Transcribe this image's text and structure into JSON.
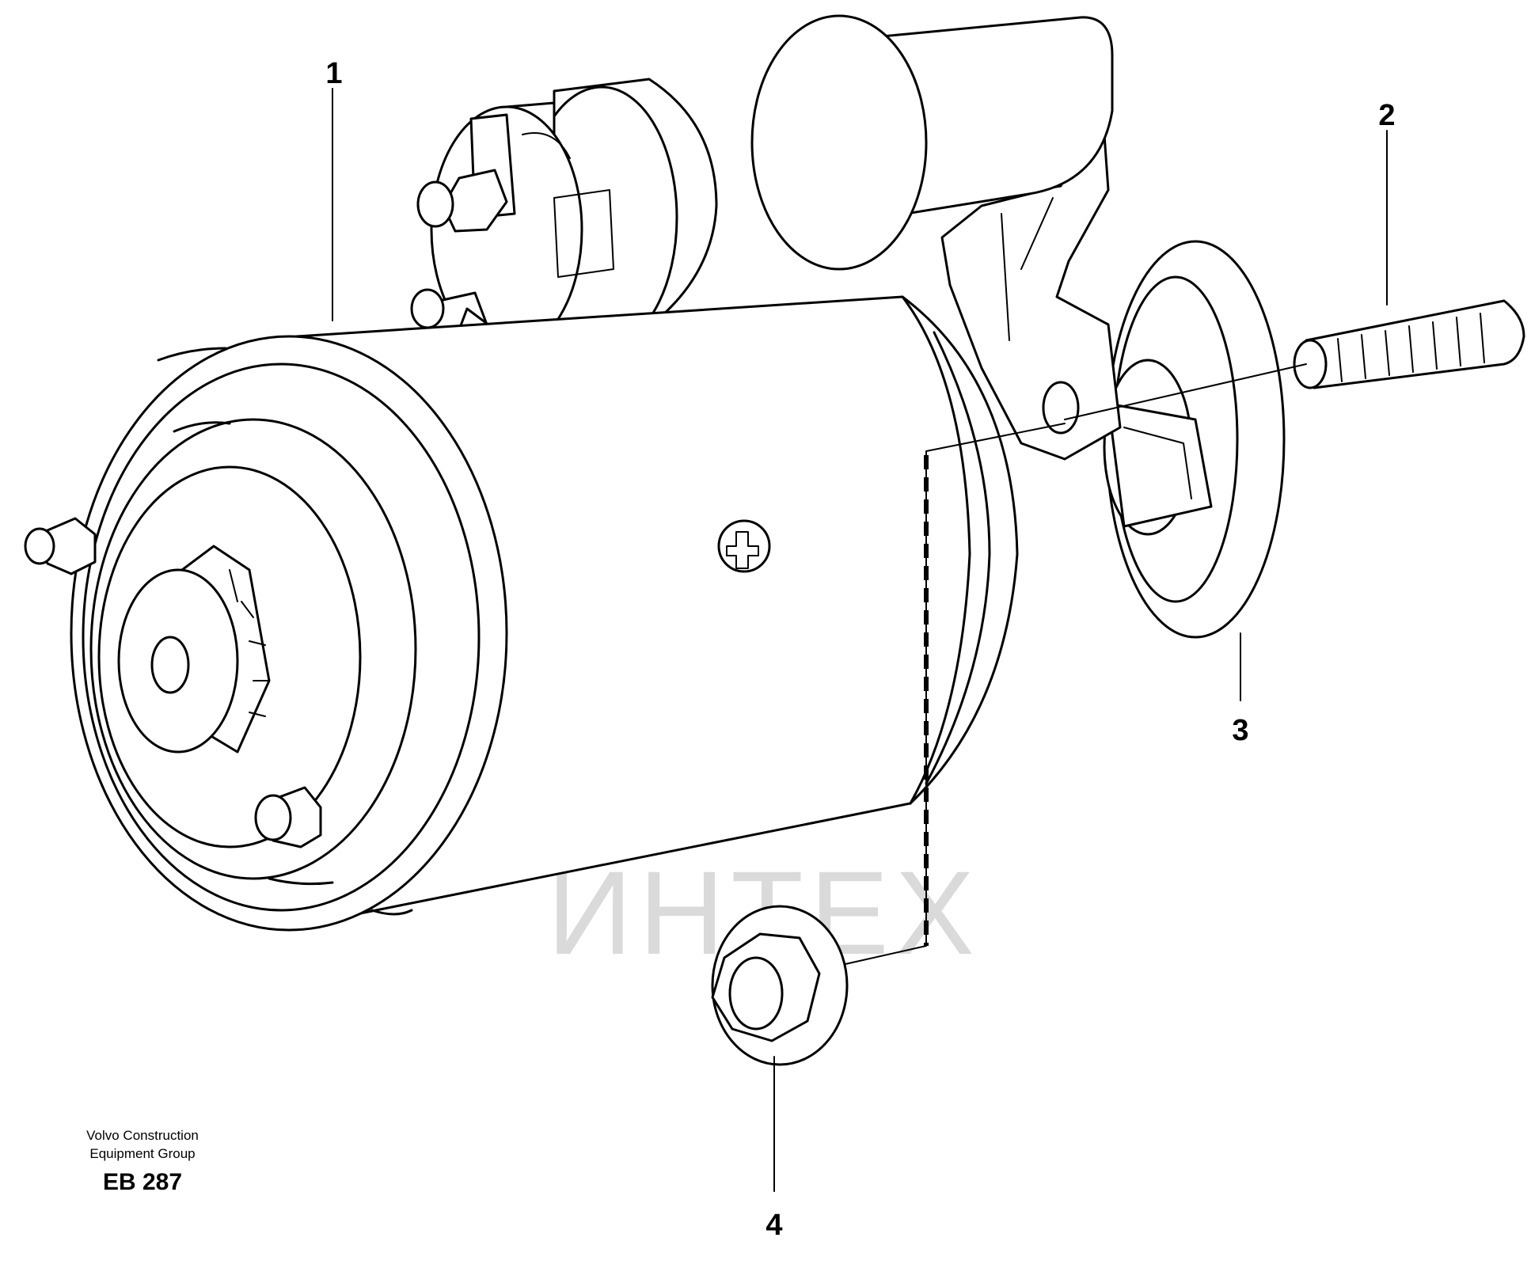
{
  "colors": {
    "line": "#000000",
    "watermark": "#f3b9b9",
    "watermark_text": "#dadada",
    "background": "#ffffff"
  },
  "callouts": {
    "c1": "1",
    "c2": "2",
    "c3": "3",
    "c4": "4"
  },
  "watermark": {
    "text": "ИНТЕХ"
  },
  "footer": {
    "line1": "Volvo Construction",
    "line2": "Equipment Group",
    "code": "EB 287"
  }
}
